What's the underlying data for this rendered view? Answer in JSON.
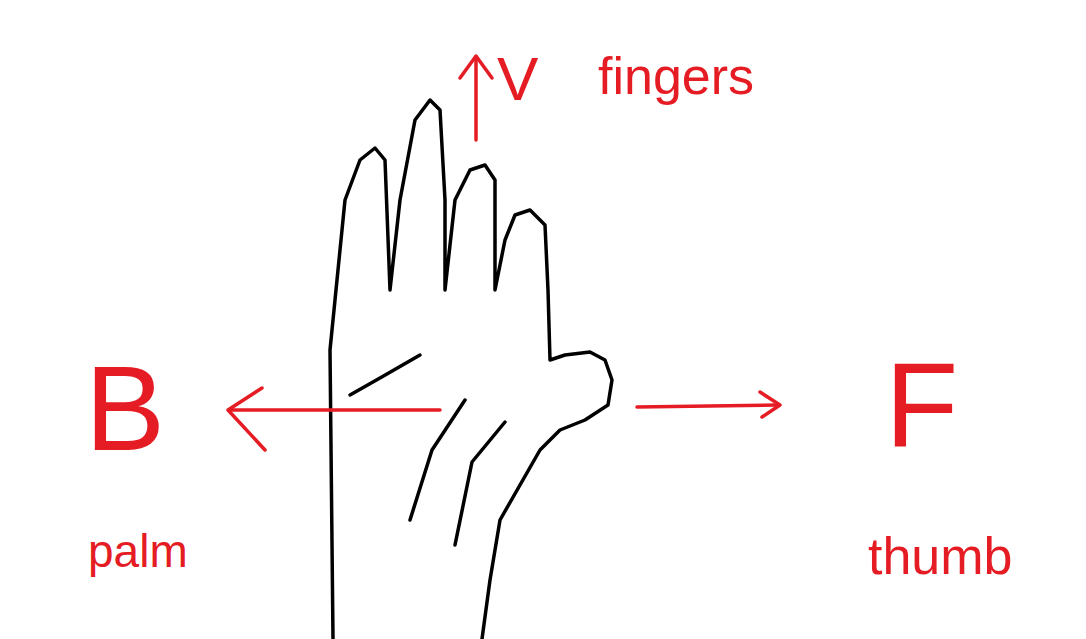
{
  "diagram": {
    "labels": [
      "V",
      "fingers",
      "B",
      "palm",
      "F",
      "thumb"
    ]
  }
}
